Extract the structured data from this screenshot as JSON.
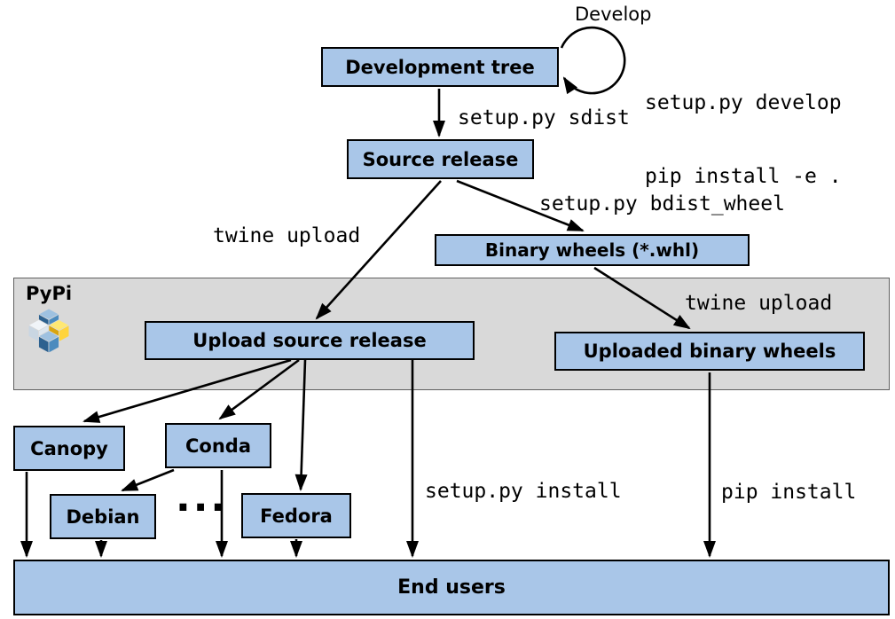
{
  "nodes": {
    "development_tree": "Development tree",
    "source_release": "Source release",
    "binary_wheels": "Binary wheels (*.whl)",
    "upload_source_release": "Upload source release",
    "uploaded_binary_wheels": "Uploaded binary wheels",
    "canopy": "Canopy",
    "conda": "Conda",
    "debian": "Debian",
    "fedora": "Fedora",
    "end_users": "End users",
    "ellipsis": "..."
  },
  "edge_labels": {
    "develop": "Develop",
    "develop_cmd_line1": "setup.py develop",
    "develop_cmd_line2": "pip install -e .",
    "sdist": "setup.py sdist",
    "twine_upload_source": "twine upload",
    "bdist_wheel": "setup.py bdist_wheel",
    "twine_upload_wheels": "twine upload",
    "setup_py_install": "setup.py install",
    "pip_install": "pip install"
  },
  "pypi_band": {
    "label": "PyPi",
    "logo_icon": "pypi-cubes-logo"
  },
  "edges": [
    {
      "from": "development_tree",
      "to": "development_tree",
      "label": "Develop"
    },
    {
      "from": "development_tree",
      "to": "source_release",
      "label": "setup.py sdist"
    },
    {
      "from": "source_release",
      "to": "upload_source_release",
      "label": "twine upload"
    },
    {
      "from": "source_release",
      "to": "binary_wheels",
      "label": "setup.py bdist_wheel"
    },
    {
      "from": "binary_wheels",
      "to": "uploaded_binary_wheels",
      "label": "twine upload"
    },
    {
      "from": "upload_source_release",
      "to": "canopy",
      "label": ""
    },
    {
      "from": "upload_source_release",
      "to": "conda",
      "label": ""
    },
    {
      "from": "upload_source_release",
      "to": "fedora",
      "label": ""
    },
    {
      "from": "upload_source_release",
      "to": "end_users",
      "label": "setup.py install"
    },
    {
      "from": "conda",
      "to": "debian",
      "label": ""
    },
    {
      "from": "conda",
      "to": "end_users",
      "label": ""
    },
    {
      "from": "canopy",
      "to": "end_users",
      "label": ""
    },
    {
      "from": "debian",
      "to": "end_users",
      "label": ""
    },
    {
      "from": "fedora",
      "to": "end_users",
      "label": ""
    },
    {
      "from": "uploaded_binary_wheels",
      "to": "end_users",
      "label": "pip install"
    }
  ],
  "colors": {
    "node_fill": "#a9c6e8",
    "node_border": "#000000",
    "band_fill": "#d9d9d9",
    "band_border": "#606060",
    "arrow": "#000000",
    "background": "#ffffff",
    "logo_blue_dark": "#2d618f",
    "logo_blue": "#4b8bbe",
    "logo_blue_light": "#9ec1e0",
    "logo_yellow": "#ffd43b",
    "logo_yellow_light": "#ffe873"
  }
}
